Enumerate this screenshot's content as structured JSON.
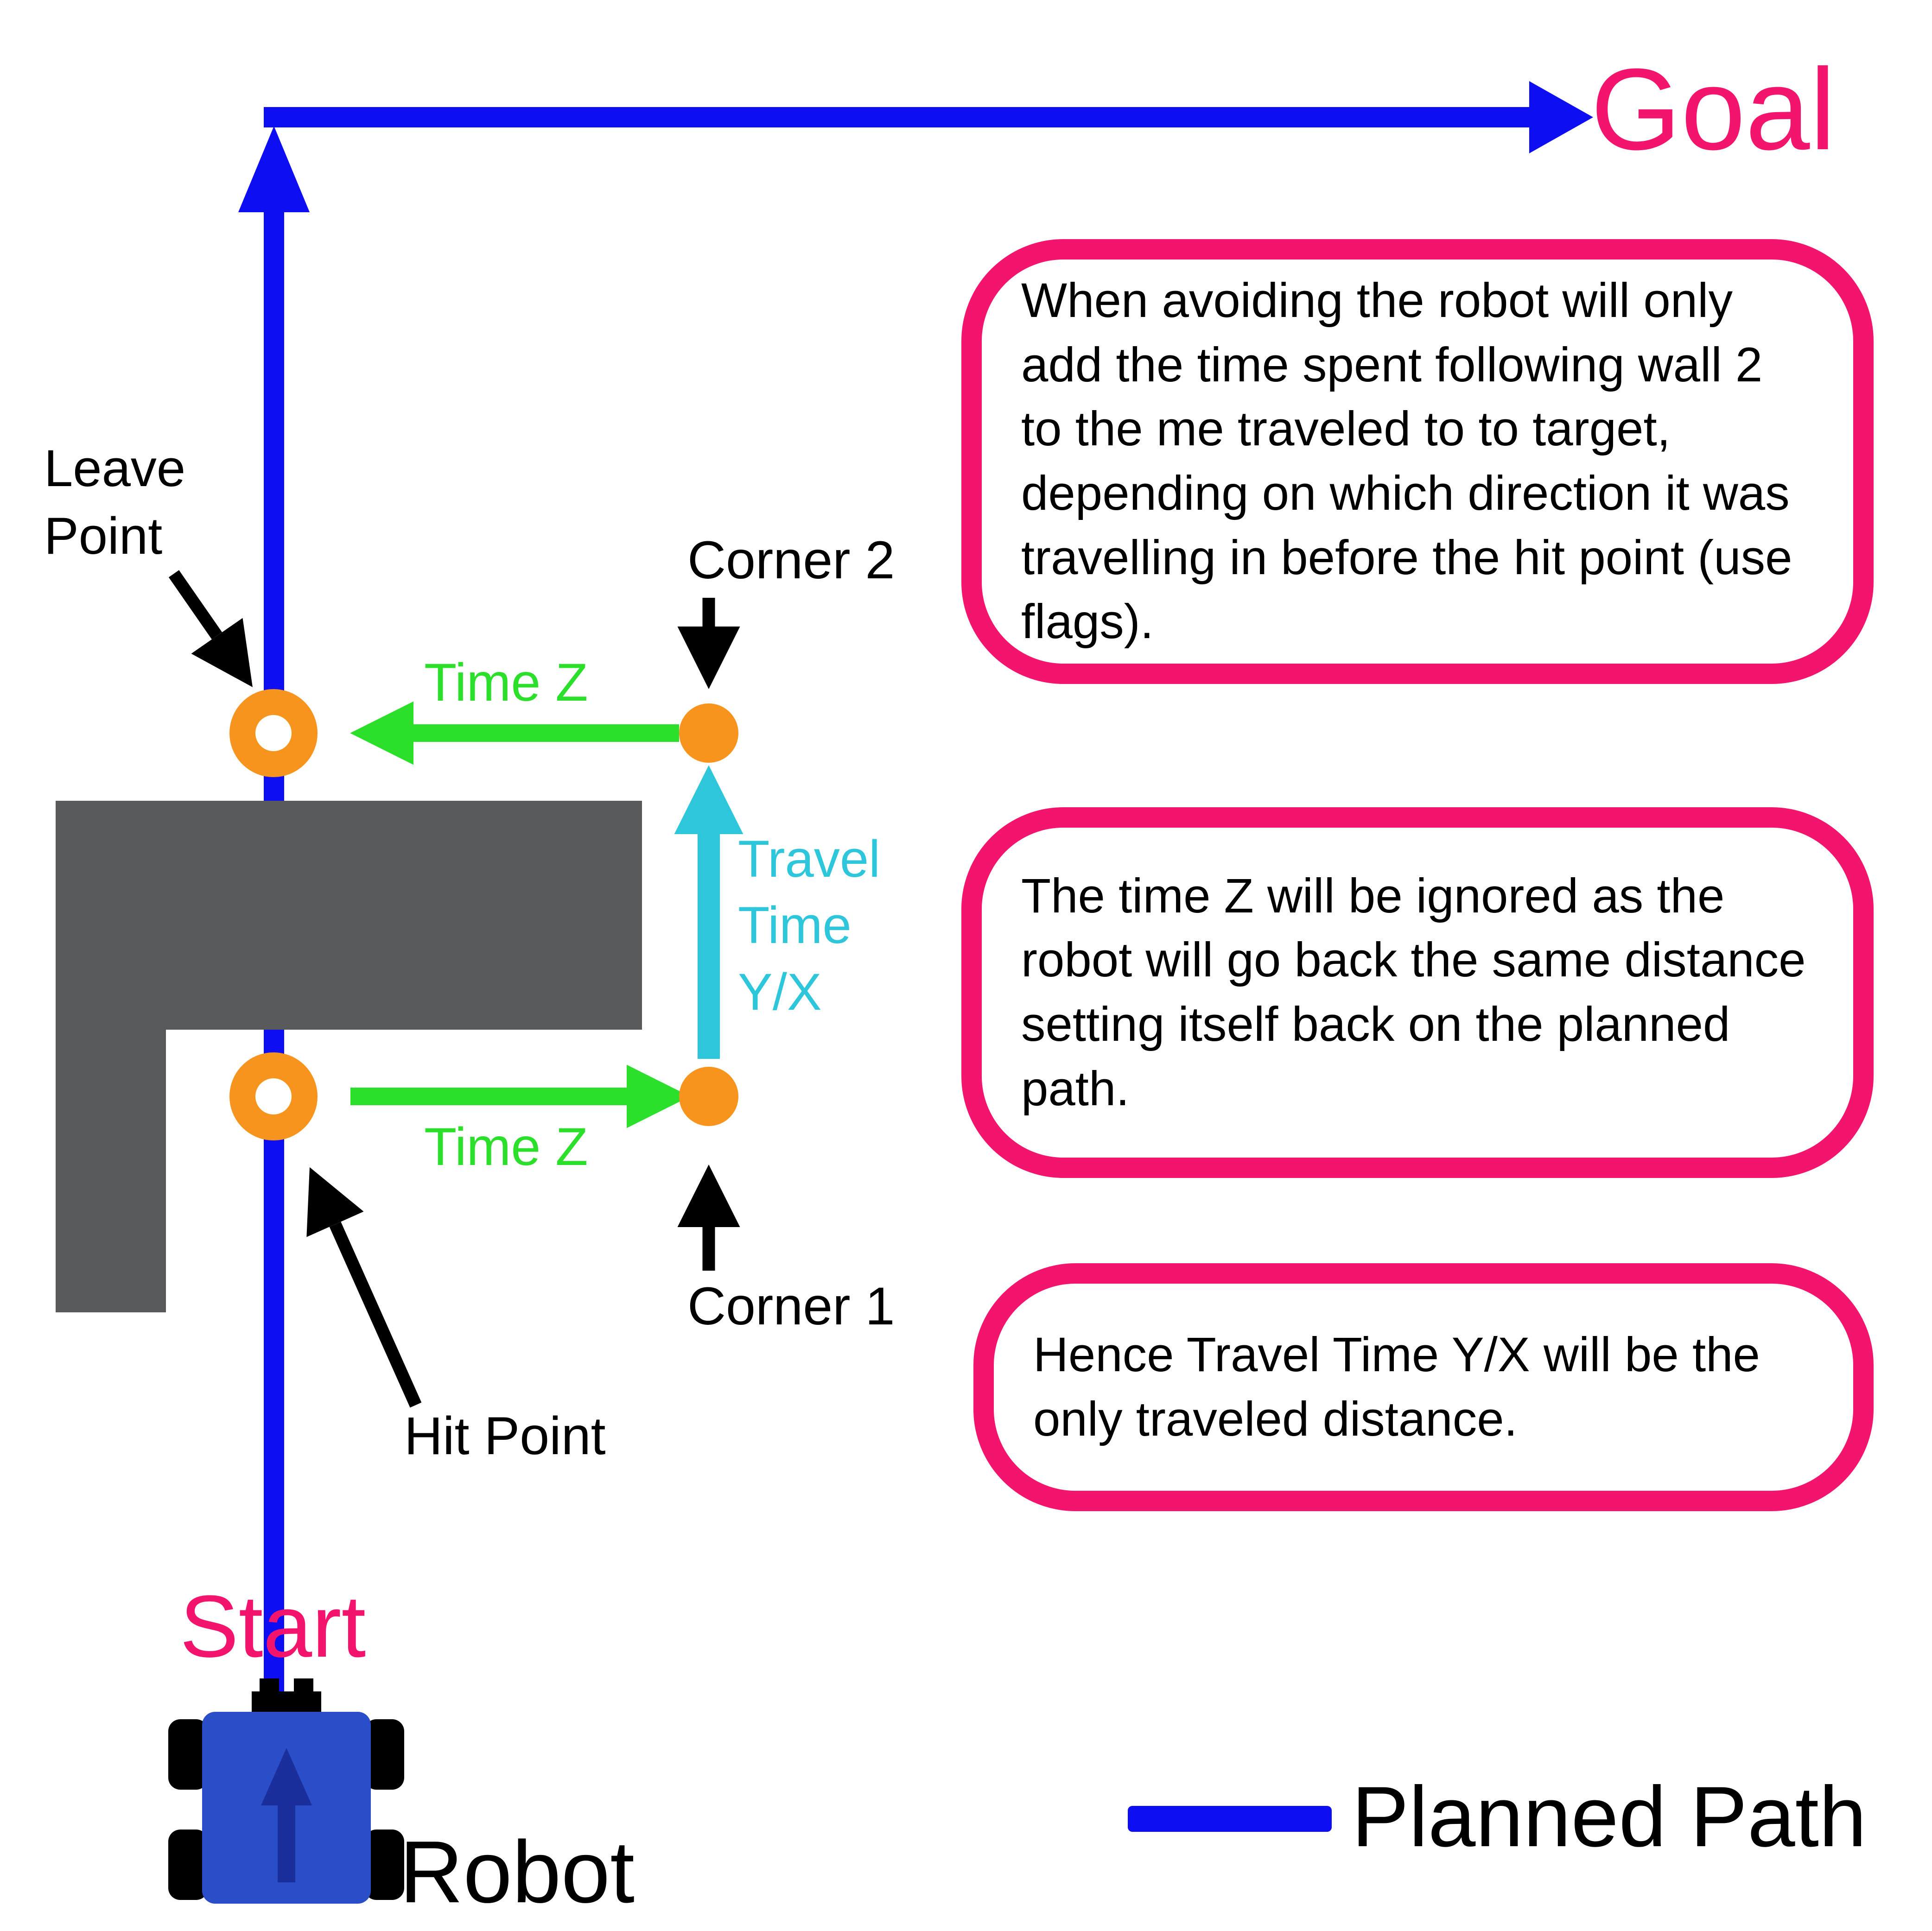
{
  "colors": {
    "path_blue": "#0E0EF2",
    "pink": "#F3146E",
    "green": "#2BDF2B",
    "cyan": "#2EC6DB",
    "orange": "#F7941E",
    "obstacle_gray": "#58595B",
    "robot_blue": "#2A4EC8",
    "robot_arrow": "#1A2F9B",
    "black": "#000000"
  },
  "labels": {
    "goal": "Goal",
    "start": "Start",
    "robot": "Robot",
    "planned_path": "Planned Path",
    "leave_point": "Leave\nPoint",
    "hit_point": "Hit Point",
    "corner_1": "Corner 1",
    "corner_2": "Corner 2",
    "time_z": "Time Z",
    "travel_time": "Travel\nTime\nY/X"
  },
  "notes": [
    {
      "text": "When avoiding the robot will only add the time spent following wall 2 to the me traveled to to target, depending on which direction it was travelling in before the hit point (use flags)."
    },
    {
      "text": "The time Z will be ignored as the robot will go back the same distance setting itself back on the planned path."
    },
    {
      "text": "Hence Travel Time Y/X will be the only traveled distance."
    }
  ]
}
